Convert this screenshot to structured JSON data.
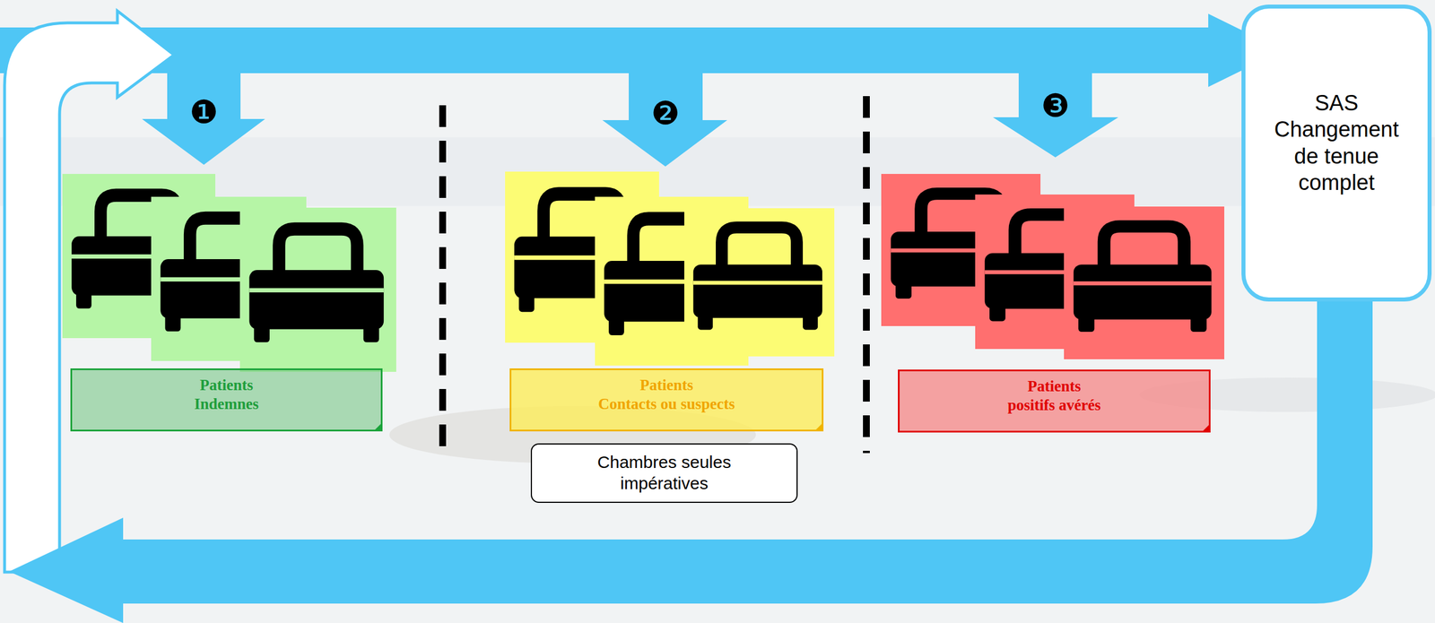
{
  "diagram": {
    "nodes": [
      {
        "text": [
          "Patients Indemnes"
        ]
      },
      {
        "text": [
          "Patients Contacts ou suspects"
        ]
      },
      {
        "text": [
          "Chambres seules impératives"
        ]
      },
      {
        "text": [
          "Patients positifs avérés"
        ]
      },
      {
        "text": [
          "SAS Changement de tenue complet"
        ]
      }
    ],
    "labels": [
      "❶",
      "❷",
      "❸"
    ]
  }
}
